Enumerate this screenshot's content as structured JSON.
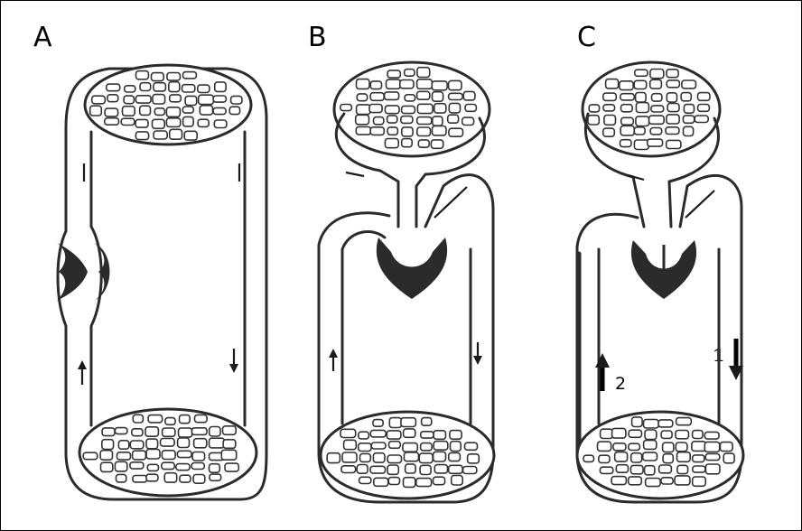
{
  "panels": [
    {
      "id": "A",
      "label": "A"
    },
    {
      "id": "B",
      "label": "B"
    },
    {
      "id": "C",
      "label": "C"
    }
  ],
  "annotations": {
    "c_right_number": "1",
    "c_left_number": "2"
  },
  "colors": {
    "line": "#2b2b2b",
    "background": "#ffffff"
  }
}
